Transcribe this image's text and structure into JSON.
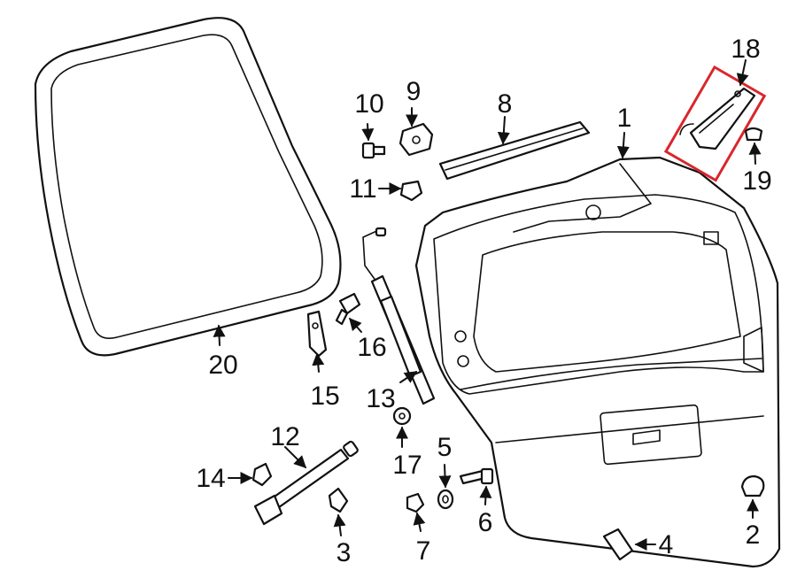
{
  "diagram": {
    "highlight_color": "#d9262c",
    "stroke_color": "#111111",
    "background": "#ffffff",
    "callouts": [
      {
        "id": "1",
        "label": "1"
      },
      {
        "id": "2",
        "label": "2"
      },
      {
        "id": "3",
        "label": "3"
      },
      {
        "id": "4",
        "label": "4"
      },
      {
        "id": "5",
        "label": "5"
      },
      {
        "id": "6",
        "label": "6"
      },
      {
        "id": "7",
        "label": "7"
      },
      {
        "id": "8",
        "label": "8"
      },
      {
        "id": "9",
        "label": "9"
      },
      {
        "id": "10",
        "label": "10"
      },
      {
        "id": "11",
        "label": "11"
      },
      {
        "id": "12",
        "label": "12"
      },
      {
        "id": "13",
        "label": "13"
      },
      {
        "id": "14",
        "label": "14"
      },
      {
        "id": "15",
        "label": "15"
      },
      {
        "id": "16",
        "label": "16"
      },
      {
        "id": "17",
        "label": "17"
      },
      {
        "id": "18",
        "label": "18"
      },
      {
        "id": "19",
        "label": "19"
      },
      {
        "id": "20",
        "label": "20"
      }
    ]
  }
}
